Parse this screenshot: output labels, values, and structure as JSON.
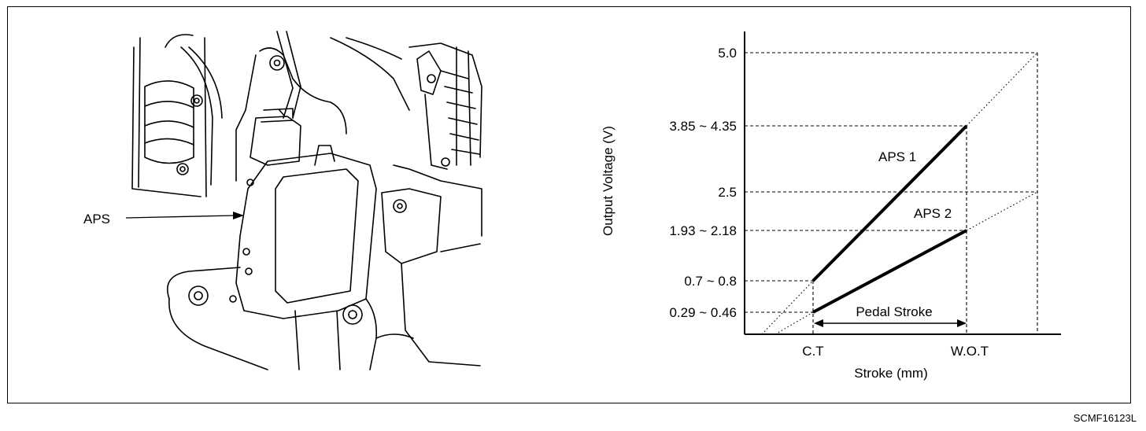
{
  "illustration": {
    "callout_label": "APS"
  },
  "graph": {
    "ylabel": "Output Voltage (V)",
    "xlabel": "Stroke (mm)",
    "x_ticks": [
      "C.T",
      "W.O.T"
    ],
    "y_ticks": [
      "5.0",
      "3.85 ~ 4.35",
      "2.5",
      "1.93 ~ 2.18",
      "0.7 ~ 0.8",
      "0.29 ~ 0.46"
    ],
    "series_labels": [
      "APS 1",
      "APS 2"
    ],
    "range_label": "Pedal Stroke"
  },
  "figure_code": "SCMF16123L"
}
